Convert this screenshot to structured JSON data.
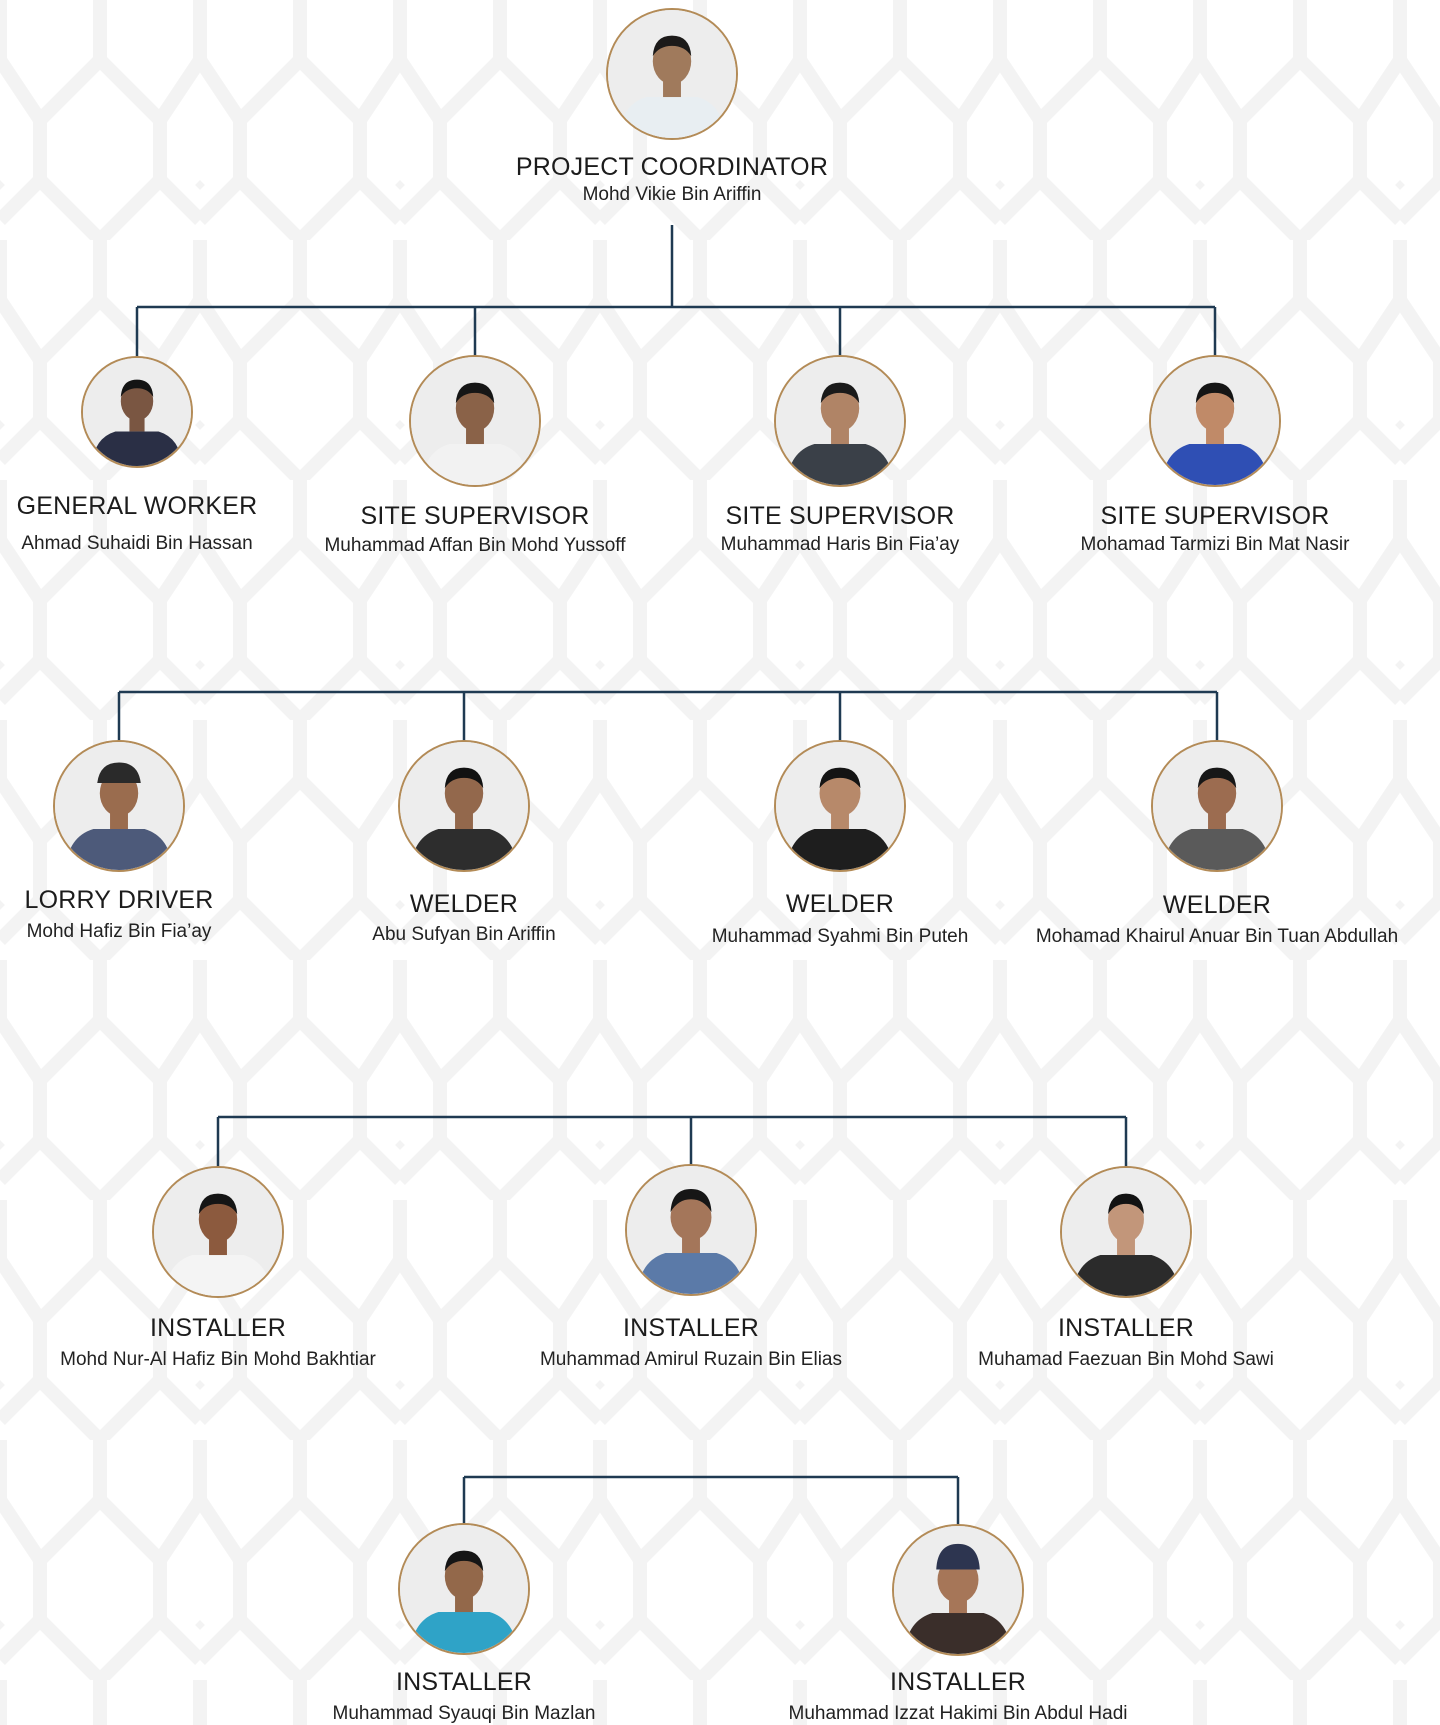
{
  "colors": {
    "connector": "#1f3a52",
    "photo_border": "#b38b57",
    "pattern_stroke": "#f3f3f3",
    "background": "#ffffff"
  },
  "coordinator": {
    "role": "PROJECT COORDINATOR",
    "name": "Mohd Vikie Bin Ariffin",
    "shirt": "#e8eef2"
  },
  "tier1": [
    {
      "role": "GENERAL WORKER",
      "name": "Ahmad Suhaidi Bin Hassan",
      "shirt": "#2a2f45"
    },
    {
      "role": "SITE SUPERVISOR",
      "name": "Muhammad Affan Bin Mohd Yussoff",
      "shirt": "#f2f2f2"
    },
    {
      "role": "SITE SUPERVISOR",
      "name": "Muhammad Haris Bin Fia’ay",
      "shirt": "#3a4048"
    },
    {
      "role": "SITE SUPERVISOR",
      "name": "Mohamad Tarmizi Bin Mat Nasir",
      "shirt": "#2f4fb4"
    }
  ],
  "tier2": [
    {
      "role": "LORRY DRIVER",
      "name": "Mohd Hafiz Bin Fia’ay",
      "shirt": "#4d5a7a"
    },
    {
      "role": "WELDER",
      "name": "Abu Sufyan Bin Ariffin",
      "shirt": "#2d2d2d"
    },
    {
      "role": "WELDER",
      "name": "Muhammad Syahmi Bin Puteh",
      "shirt": "#1e1e1e"
    },
    {
      "role": "WELDER",
      "name": "Mohamad Khairul Anuar Bin Tuan Abdullah",
      "shirt": "#5a5a5a"
    }
  ],
  "tier3": [
    {
      "role": "INSTALLER",
      "name": "Mohd Nur-Al Hafiz Bin Mohd Bakhtiar",
      "shirt": "#f4f4f4"
    },
    {
      "role": "INSTALLER",
      "name": "Muhammad Amirul Ruzain Bin Elias",
      "shirt": "#5b7aa8"
    },
    {
      "role": "INSTALLER",
      "name": "Muhamad Faezuan Bin Mohd Sawi",
      "shirt": "#2b2b2b"
    }
  ],
  "tier4": [
    {
      "role": "INSTALLER",
      "name": "Muhammad Syauqi Bin Mazlan",
      "shirt": "#2fa3c7"
    },
    {
      "role": "INSTALLER",
      "name": "Muhammad Izzat Hakimi Bin Abdul Hadi",
      "shirt": "#3a2e2a"
    }
  ]
}
